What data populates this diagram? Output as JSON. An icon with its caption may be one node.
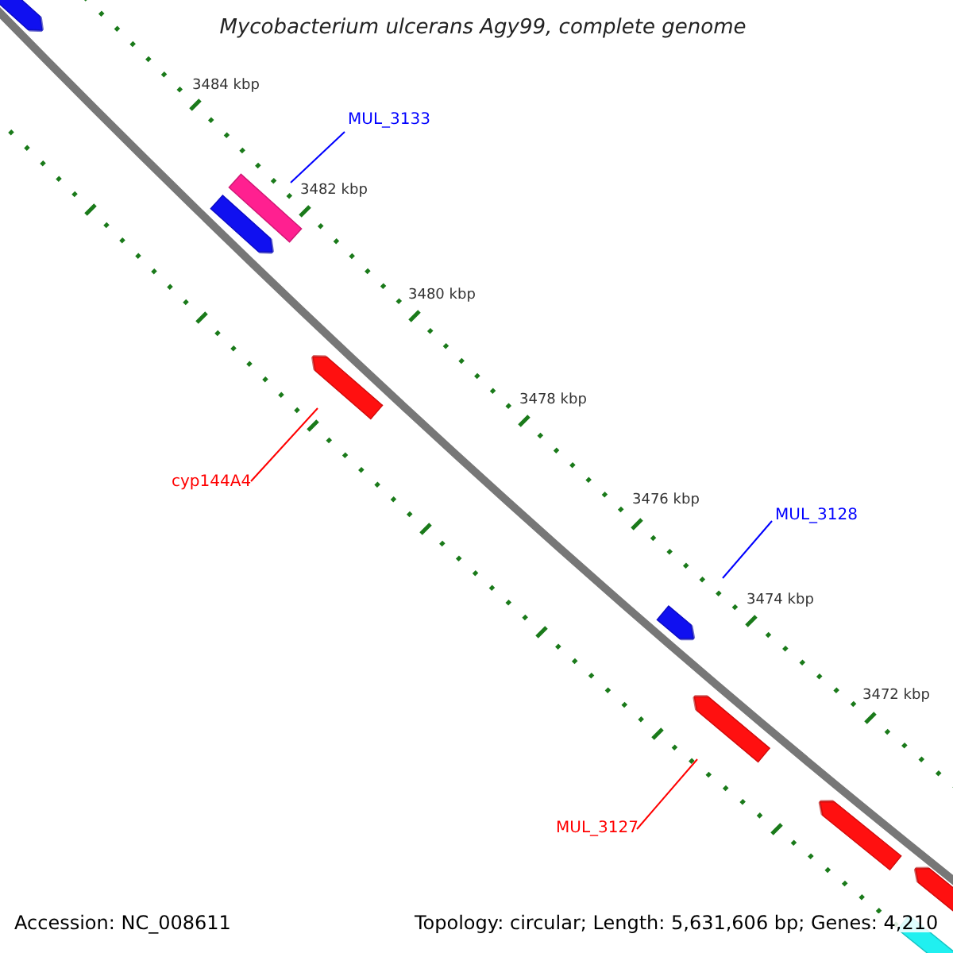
{
  "diagram": {
    "title": "Mycobacterium ulcerans Agy99, complete genome",
    "nodes": [
      {
        "text": [],
        "shape": "arrow"
      },
      {
        "text": [
          "MUL_3133"
        ]
      },
      {
        "text": [],
        "shape": "arrow"
      },
      {
        "text": [],
        "shape": "arrow"
      },
      {
        "text": [],
        "shape": "arrow"
      },
      {
        "text": [
          "cyp144A4"
        ]
      },
      {
        "text": [
          "MUL_3128"
        ]
      },
      {
        "text": [],
        "shape": "arrow"
      },
      {
        "text": [],
        "shape": "arrow"
      },
      {
        "text": [
          "MUL_3127"
        ]
      },
      {
        "text": [],
        "shape": "arrow"
      },
      {
        "text": [],
        "shape": "arrow"
      },
      {
        "text": [],
        "shape": "arrow"
      }
    ],
    "edges": [
      {
        "from": 1,
        "to": 2,
        "arrow": "none",
        "color": "#0000ff"
      },
      {
        "from": 5,
        "to": 4,
        "arrow": "none",
        "color": "#ff0000"
      },
      {
        "from": 6,
        "to": 7,
        "arrow": "none",
        "color": "#0000ff"
      },
      {
        "from": 9,
        "to": 8,
        "arrow": "none",
        "color": "#ff0000"
      }
    ],
    "labels": [
      "3484 kbp",
      "3482 kbp",
      "3480 kbp",
      "3478 kbp",
      "3476 kbp",
      "3474 kbp",
      "3472 kbp",
      "Accession: NC_008611",
      "Topology: circular; Length: 5,631,606 bp; Genes: 4,210"
    ]
  }
}
